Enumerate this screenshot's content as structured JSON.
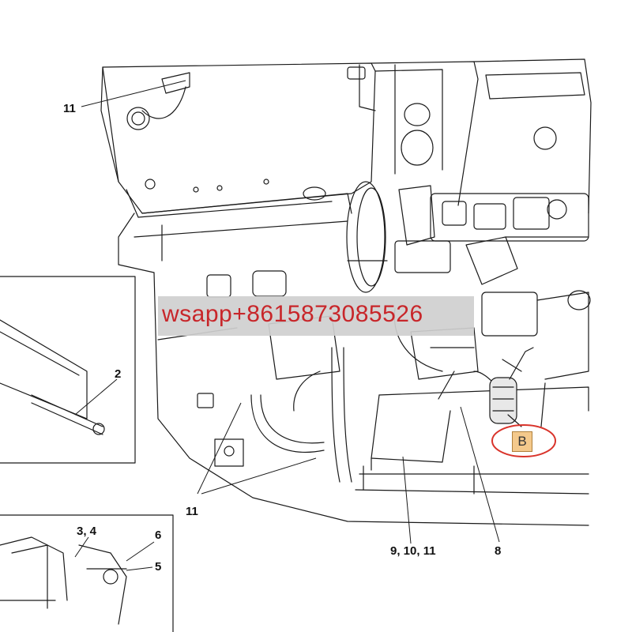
{
  "callouts": {
    "c11_top": "11",
    "c2": "2",
    "c11_bottom": "11",
    "c9_10_11": "9, 10, 11",
    "c8": "8",
    "c3_4": "3, 4",
    "c6": "6",
    "c5": "5"
  },
  "marker": {
    "label": "B",
    "ring_color": "#d9342b",
    "fill_color": "#f4c98c"
  },
  "watermark": {
    "text": "wsapp+8615873085526",
    "text_color": "#c8262a",
    "band_color": "#cfcfcf"
  }
}
